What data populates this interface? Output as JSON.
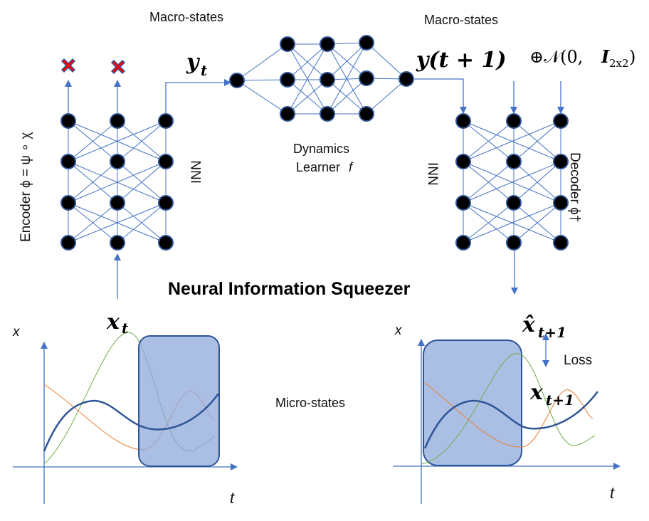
{
  "labels": {
    "macro_states_left": "Macro-states",
    "macro_states_right": "Macro-states",
    "y_t": "y",
    "y_t_sub": "t",
    "y_t1": "y(t + 1)",
    "noise": "⊕𝒩(0,",
    "noise_I": "I",
    "noise_sub": "2x2",
    "noise_close": ")",
    "encoder": "Encoder ϕ = ψ ∘ χ",
    "inn_left": "INN",
    "inn_right": "INN",
    "dynamics_line1": "Dynamics",
    "dynamics_line2": "Learner ",
    "dynamics_f": "f",
    "decoder": "Decoder ϕ†",
    "title": "Neural Information Squeezer",
    "micro_states": "Micro-states",
    "x_t": "x",
    "x_t_sub": "t",
    "x_hat": "x̂",
    "x_hat_sub": "t+1",
    "x_t1": "x",
    "x_t1_sub": "t+1",
    "loss": "Loss",
    "axis_x_left": "x",
    "axis_t_left": "t",
    "axis_x_right": "x",
    "axis_t_right": "t"
  },
  "colors": {
    "edge": "#4472C4",
    "node_fill": "#000000",
    "node_stroke": "#2F5597",
    "discard_marker": "#FF0000",
    "window_fill": "#8FAADC",
    "window_stroke": "#2F5597",
    "curve_main": "#2F5597",
    "curve_green": "#70AD47",
    "curve_orange": "#ED7D31"
  },
  "encoder": {
    "columns": 3,
    "layers": 4,
    "discarded_outputs": 2
  },
  "decoder": {
    "columns": 3,
    "layers": 4
  },
  "dynamics": {
    "layers": [
      1,
      3,
      3,
      3,
      1
    ]
  }
}
